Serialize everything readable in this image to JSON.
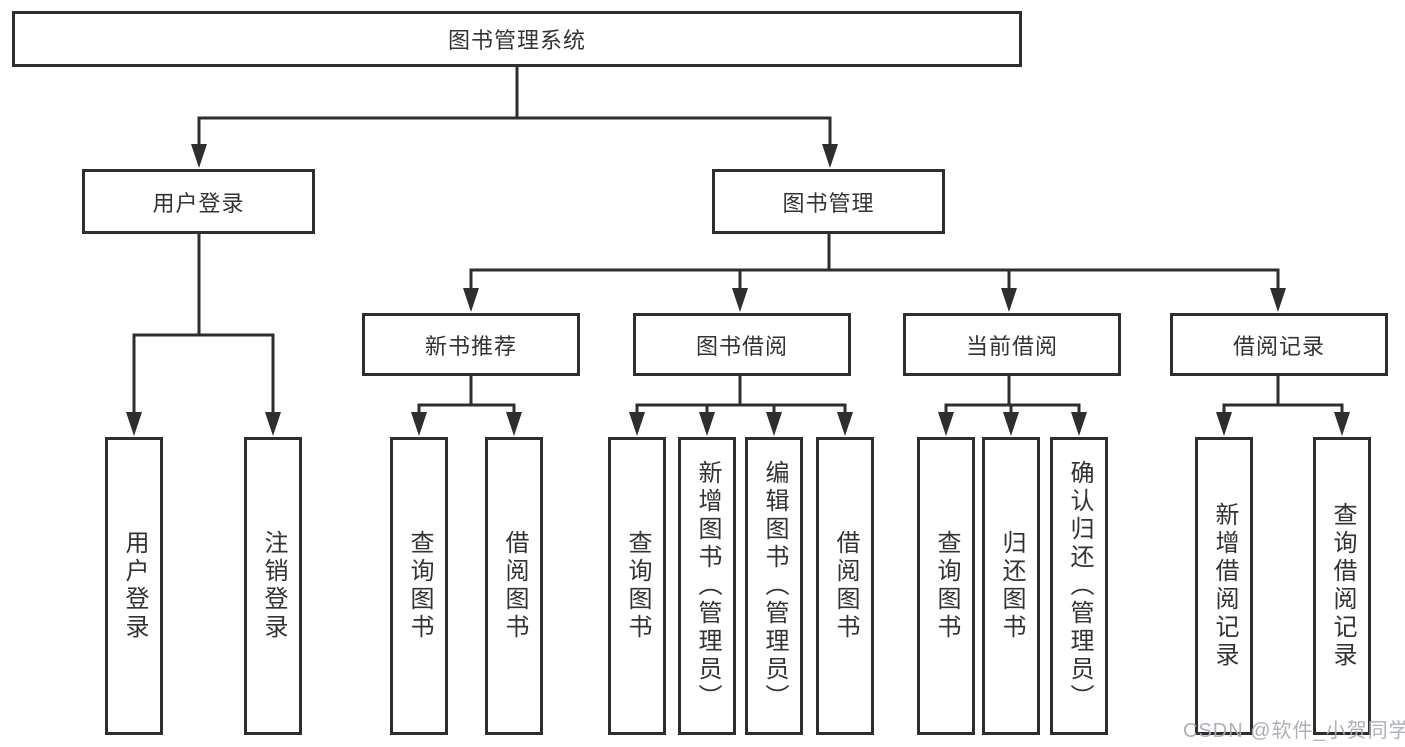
{
  "root": {
    "label": "图书管理系统"
  },
  "branches": [
    {
      "label": "用户登录",
      "children": [
        {
          "label": "用户登录"
        },
        {
          "label": "注销登录"
        }
      ]
    },
    {
      "label": "图书管理",
      "sections": [
        {
          "label": "新书推荐",
          "children": [
            {
              "label": "查询图书"
            },
            {
              "label": "借阅图书"
            }
          ]
        },
        {
          "label": "图书借阅",
          "children": [
            {
              "label": "查询图书"
            },
            {
              "label": "新增图书（管理员）"
            },
            {
              "label": "编辑图书（管理员）"
            },
            {
              "label": "借阅图书"
            }
          ]
        },
        {
          "label": "当前借阅",
          "children": [
            {
              "label": "查询图书"
            },
            {
              "label": "归还图书"
            },
            {
              "label": "确认归还（管理员）"
            }
          ]
        },
        {
          "label": "借阅记录",
          "children": [
            {
              "label": "新增借阅记录"
            },
            {
              "label": "查询借阅记录"
            }
          ]
        }
      ]
    }
  ],
  "watermark": {
    "text": "CSDN @软件_小贺同学"
  },
  "colors": {
    "line": "#2e2e2e",
    "text": "#333333",
    "background": "#ffffff",
    "watermark": "#a8adb3"
  }
}
